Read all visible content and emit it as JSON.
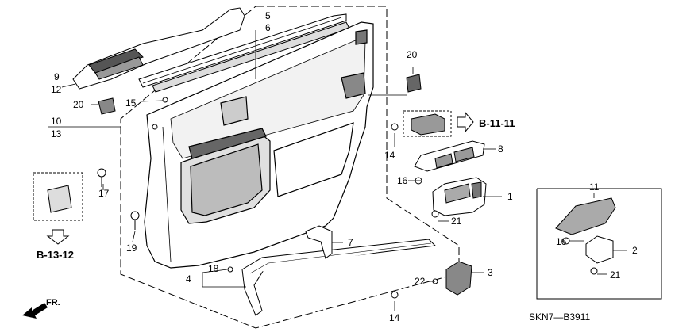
{
  "diagram": {
    "callouts": {
      "c5": "5",
      "c6": "6",
      "c9": "9",
      "c12": "12",
      "c20a": "20",
      "c20b": "20",
      "c15": "15",
      "c10": "10",
      "c13": "13",
      "c17": "17",
      "c19": "19",
      "c18": "18",
      "c4": "4",
      "c14a": "14",
      "c14b": "14",
      "c8": "8",
      "c16a": "16",
      "c1": "1",
      "c21a": "21",
      "c7": "7",
      "c3": "3",
      "c22": "22",
      "c11": "11",
      "c16b": "16",
      "c2": "2",
      "c21b": "21"
    },
    "refs": {
      "b1111": "B-11-11",
      "b1312": "B-13-12"
    },
    "front_label": "FR.",
    "drawing_code": "SKN7—B3911"
  }
}
